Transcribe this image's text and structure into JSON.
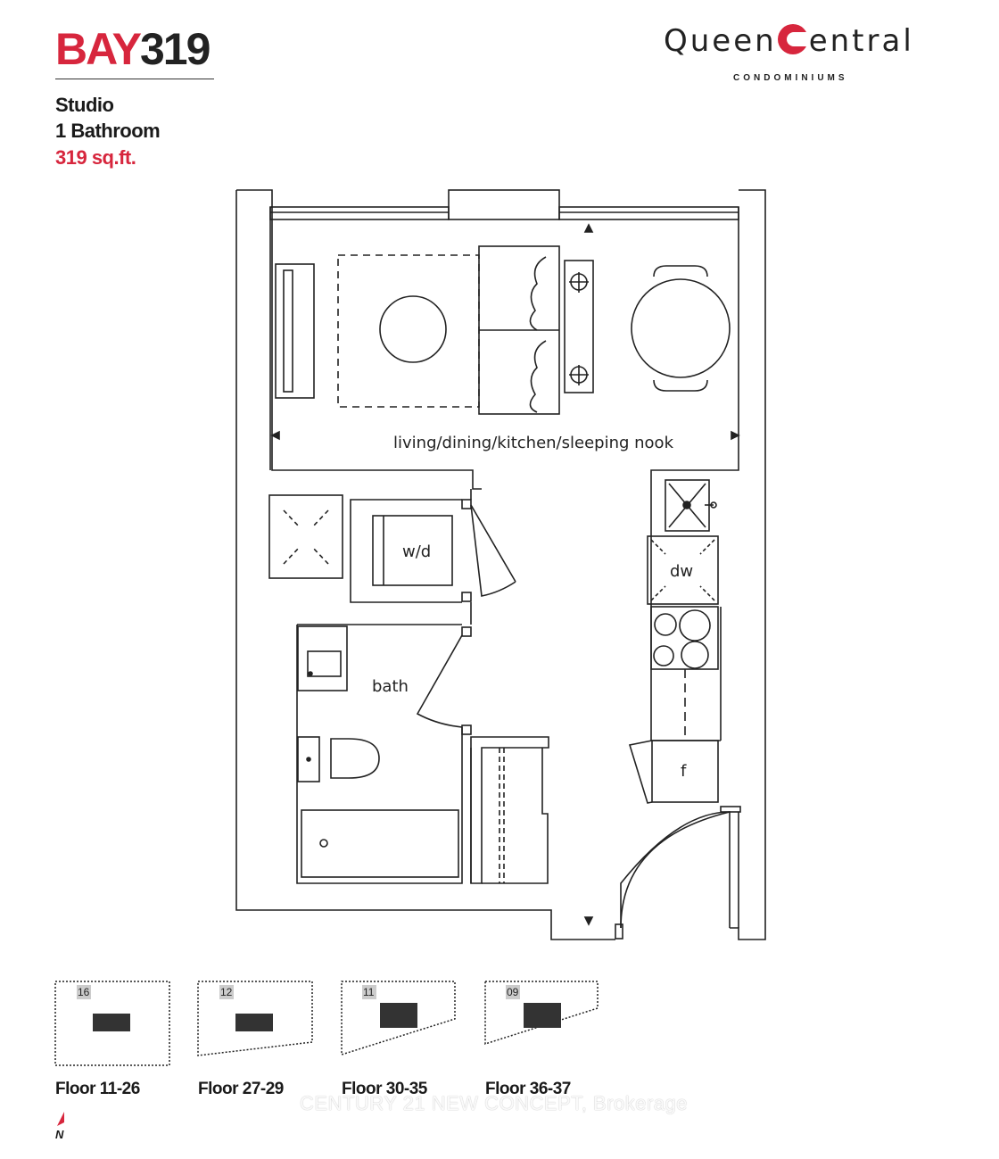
{
  "header": {
    "unit_prefix": "BAY",
    "unit_number": "319",
    "type": "Studio",
    "bathrooms": "1 Bathroom",
    "area": "319 sq.ft."
  },
  "brand": {
    "name_left": "Queen",
    "name_right": "entral",
    "subtitle": "CONDOMINIUMS",
    "accent": "#d7263d"
  },
  "plan": {
    "main_room": "living/dining/kitchen/sleeping nook",
    "laundry": "w/d",
    "bath": "bath",
    "dishwasher": "dw",
    "fridge": "f"
  },
  "key_plans": [
    {
      "floor_code": "16",
      "label": "Floor 11-26"
    },
    {
      "floor_code": "12",
      "label": "Floor 27-29"
    },
    {
      "floor_code": "11",
      "label": "Floor 30-35"
    },
    {
      "floor_code": "09",
      "label": "Floor 36-37"
    }
  ],
  "watermark": "CENTURY 21 NEW CONCEPT, Brokerage",
  "north": "N"
}
